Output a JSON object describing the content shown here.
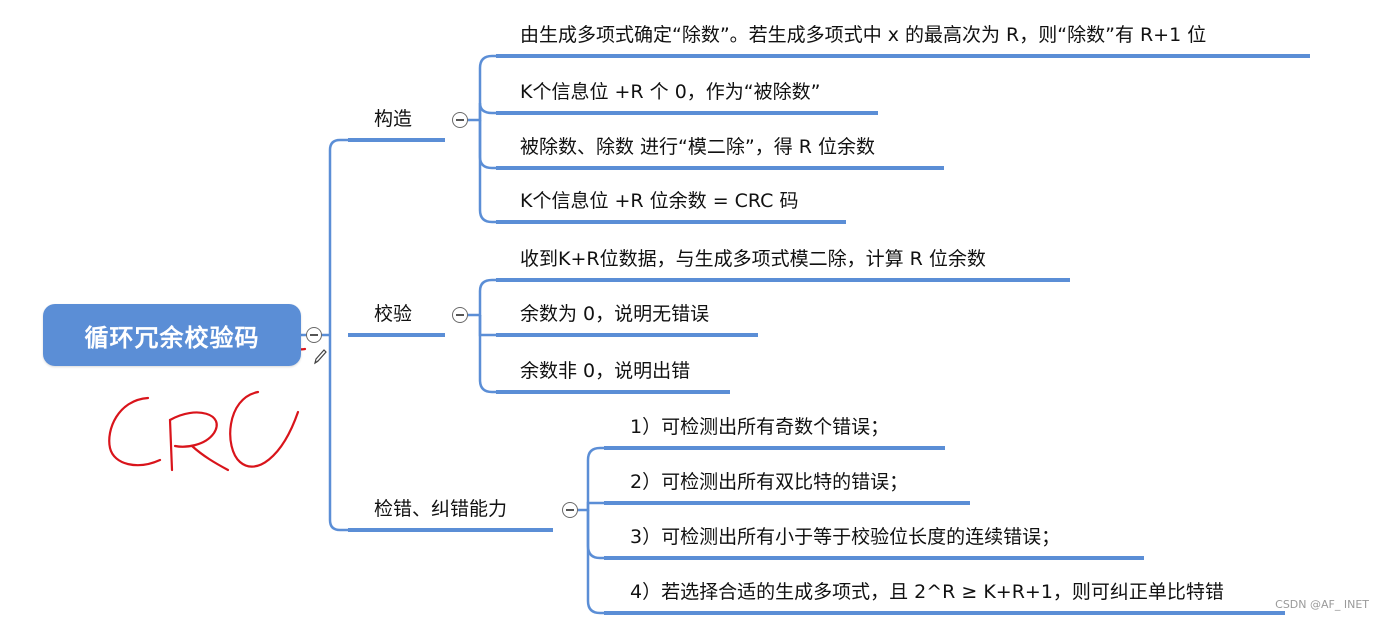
{
  "root": {
    "label": "循环冗余校验码",
    "handwritten": "CRC"
  },
  "branches": [
    {
      "label": "构造",
      "children": [
        "由生成多项式确定“除数”。若生成多项式中 x 的最高次为 R，则“除数”有 R+1 位",
        "K个信息位 +R 个 0，作为“被除数”",
        "被除数、除数 进行“模二除”，得 R 位余数",
        "K个信息位 +R 位余数 = CRC 码"
      ]
    },
    {
      "label": "校验",
      "children": [
        "收到K+R位数据，与生成多项式模二除，计算 R 位余数",
        "余数为 0，说明无错误",
        "余数非 0，说明出错"
      ]
    },
    {
      "label": "检错、纠错能力",
      "children": [
        "1）可检测出所有奇数个错误；",
        "2）可检测出所有双比特的错误；",
        "3）可检测出所有小于等于校验位长度的连续错误；",
        "4）若选择合适的生成多项式，且 2^R ≥ K+R+1，则可纠正单比特错"
      ]
    }
  ],
  "watermark": "CSDN @AF_ INET",
  "colors": {
    "root_fill": "#5b8ed6",
    "line": "#5b8ed6",
    "annotation": "#d9141b"
  },
  "icons": [
    "collapse-icon",
    "pencil-icon"
  ]
}
